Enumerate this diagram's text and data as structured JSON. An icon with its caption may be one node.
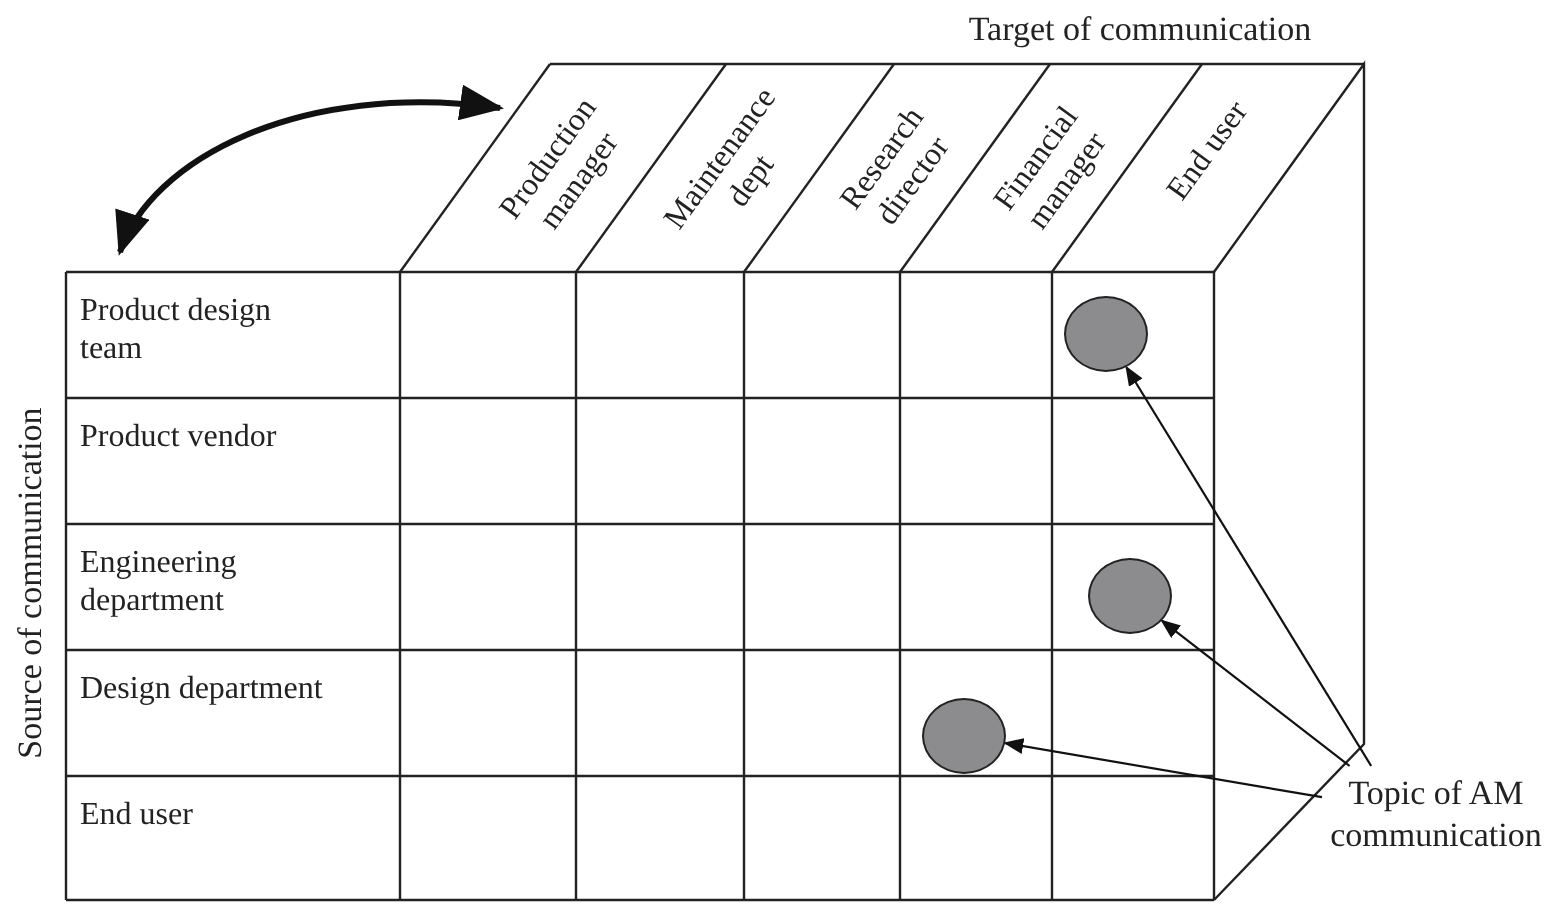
{
  "diagram": {
    "nodes": [
      {
        "text": [],
        "shape": "circle"
      },
      {
        "text": [],
        "shape": "circle"
      },
      {
        "text": [],
        "shape": "circle"
      },
      {
        "text": [
          "Topic of AM communication"
        ]
      }
    ],
    "edges": [
      {
        "from": 3,
        "to": 0,
        "arrow": "to"
      },
      {
        "from": 3,
        "to": 1,
        "arrow": "to"
      },
      {
        "from": 3,
        "to": 2,
        "arrow": "to"
      }
    ],
    "labels": [
      "Target of communication",
      "Production manager",
      "Maintenance dept",
      "Research director",
      "Financial manager",
      "End user",
      "Source of communication",
      "Product design team",
      "Product vendor",
      "Engineering department",
      "Design department",
      "End user"
    ]
  }
}
